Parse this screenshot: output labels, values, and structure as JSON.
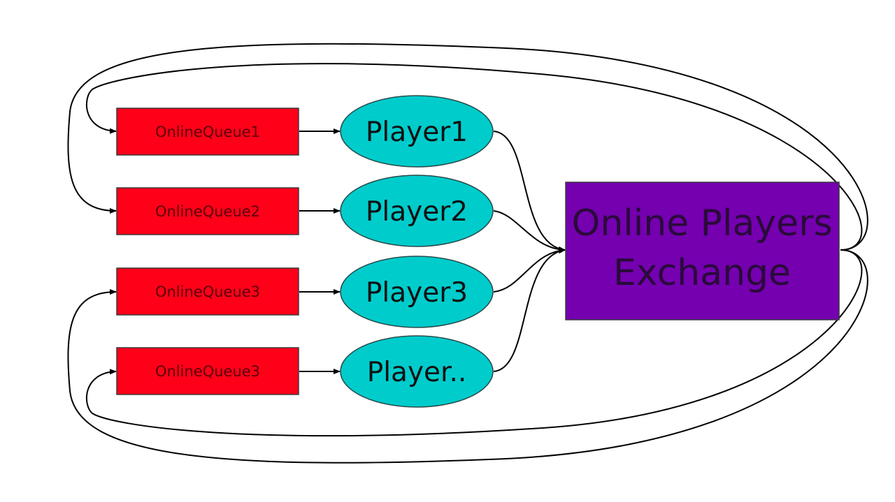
{
  "diagram": {
    "queues": [
      {
        "id": "q1",
        "label": "OnlineQueue1"
      },
      {
        "id": "q2",
        "label": "OnlineQueue2"
      },
      {
        "id": "q3",
        "label": "OnlineQueue3"
      },
      {
        "id": "q4",
        "label": "OnlineQueue3"
      }
    ],
    "players": [
      {
        "id": "p1",
        "label": "Player1"
      },
      {
        "id": "p2",
        "label": "Player2"
      },
      {
        "id": "p3",
        "label": "Player3"
      },
      {
        "id": "p4",
        "label": "Player.."
      }
    ],
    "exchange": {
      "label_line1": "Online Players",
      "label_line2": "Exchange"
    },
    "edges": [
      {
        "from": "q1",
        "to": "p1"
      },
      {
        "from": "q2",
        "to": "p2"
      },
      {
        "from": "q3",
        "to": "p3"
      },
      {
        "from": "q4",
        "to": "p4"
      },
      {
        "from": "p1",
        "to": "exchange"
      },
      {
        "from": "p2",
        "to": "exchange"
      },
      {
        "from": "p3",
        "to": "exchange"
      },
      {
        "from": "p4",
        "to": "exchange"
      },
      {
        "from": "exchange",
        "to": "q1"
      },
      {
        "from": "exchange",
        "to": "q2"
      },
      {
        "from": "exchange",
        "to": "q3"
      },
      {
        "from": "exchange",
        "to": "q4"
      }
    ],
    "colors": {
      "queue_fill": "#ff0019",
      "player_fill": "#00cccc",
      "exchange_fill": "#7400b0",
      "edge": "#000000"
    }
  }
}
